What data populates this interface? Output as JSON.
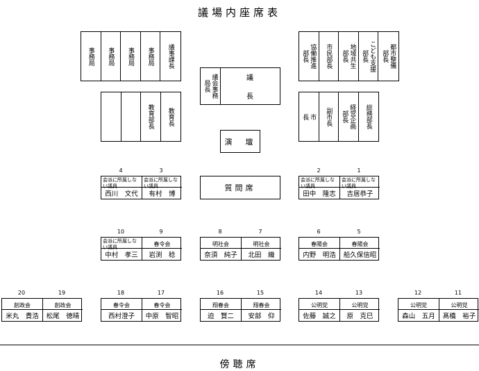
{
  "title": "議場内座席表",
  "gallery": "傍聴席",
  "exec_left_top": [
    [
      "事務局"
    ],
    [
      "事務局"
    ],
    [
      "事務局"
    ],
    [
      "事務局"
    ],
    [
      "議事課長"
    ]
  ],
  "exec_left_mid": [
    [
      ""
    ],
    [
      ""
    ],
    [
      "教育部長"
    ],
    [
      "教育長"
    ]
  ],
  "speaker": {
    "left": [
      "議会事務",
      "局長"
    ],
    "chair_top": "議",
    "chair_bottom": "長"
  },
  "exec_right_top": [
    [
      "協働推進",
      "部長"
    ],
    [
      "市民部長"
    ],
    [
      "地域共生",
      "部長"
    ],
    [
      "こども支援",
      "部長"
    ],
    [
      "都市整備",
      "部長"
    ]
  ],
  "exec_right_mid": [
    [
      "市",
      "長"
    ],
    [
      "副市長"
    ],
    [
      "経営企画",
      "部長"
    ],
    [
      "総務部長"
    ]
  ],
  "podium": "演　壇",
  "question_seat": "質問席",
  "seats": {
    "s1": {
      "num": "1",
      "aff": "会派に所属しない議員",
      "name": "吉居恭子"
    },
    "s2": {
      "num": "2",
      "aff": "会派に所属しない議員",
      "name": "田中　隆志"
    },
    "s3": {
      "num": "3",
      "aff": "会派に所属しない議員",
      "name": "有村　博"
    },
    "s4": {
      "num": "4",
      "aff": "会派に所属しない議員",
      "name": "西川　文代"
    },
    "s5": {
      "num": "5",
      "aff": "春陽会",
      "name": "船久保信昭"
    },
    "s6": {
      "num": "6",
      "aff": "春陽会",
      "name": "内野　明浩"
    },
    "s7": {
      "num": "7",
      "aff": "明社会",
      "name": "北田　織"
    },
    "s8": {
      "num": "8",
      "aff": "明社会",
      "name": "奈須　純子"
    },
    "s9": {
      "num": "9",
      "aff": "春令会",
      "name": "岩渕　稔"
    },
    "s10": {
      "num": "10",
      "aff": "会派に所属しない議員",
      "name": "中村　孝三"
    },
    "s11": {
      "num": "11",
      "aff": "公明党",
      "name": "髙橋　裕子"
    },
    "s12": {
      "num": "12",
      "aff": "公明党",
      "name": "森山　五月"
    },
    "s13": {
      "num": "13",
      "aff": "公明党",
      "name": "原　克巳"
    },
    "s14": {
      "num": "14",
      "aff": "公明党",
      "name": "佐藤　誠之"
    },
    "s15": {
      "num": "15",
      "aff": "翔春会",
      "name": "安部　仰"
    },
    "s16": {
      "num": "16",
      "aff": "翔春会",
      "name": "迫　賢二"
    },
    "s17": {
      "num": "17",
      "aff": "春令会",
      "name": "中原　智昭"
    },
    "s18": {
      "num": "18",
      "aff": "春令会",
      "name": "西村澄子"
    },
    "s19": {
      "num": "19",
      "aff": "創政会",
      "name": "松尾　徳晴"
    },
    "s20": {
      "num": "20",
      "aff": "創政会",
      "name": "米丸　貴浩"
    }
  }
}
